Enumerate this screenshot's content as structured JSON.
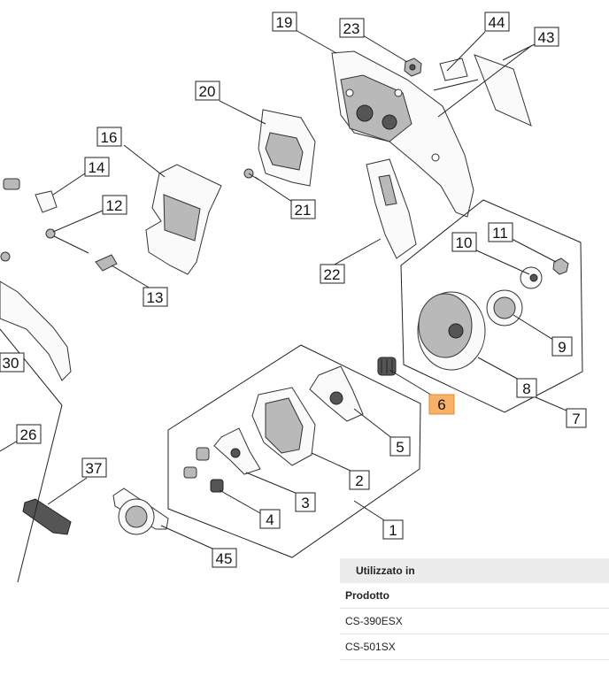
{
  "diagram": {
    "callouts": [
      {
        "id": "19",
        "text": "19"
      },
      {
        "id": "23",
        "text": "23"
      },
      {
        "id": "44",
        "text": "44"
      },
      {
        "id": "43",
        "text": "43"
      },
      {
        "id": "20",
        "text": "20"
      },
      {
        "id": "16",
        "text": "16"
      },
      {
        "id": "14",
        "text": "14"
      },
      {
        "id": "12",
        "text": "12"
      },
      {
        "id": "21",
        "text": "21"
      },
      {
        "id": "13",
        "text": "13"
      },
      {
        "id": "22",
        "text": "22"
      },
      {
        "id": "10",
        "text": "10"
      },
      {
        "id": "11",
        "text": "11"
      },
      {
        "id": "9",
        "text": "9"
      },
      {
        "id": "30",
        "text": "30"
      },
      {
        "id": "6",
        "text": "6",
        "highlighted": true
      },
      {
        "id": "8",
        "text": "8"
      },
      {
        "id": "7",
        "text": "7"
      },
      {
        "id": "26",
        "text": "26"
      },
      {
        "id": "5",
        "text": "5"
      },
      {
        "id": "37",
        "text": "37"
      },
      {
        "id": "2",
        "text": "2"
      },
      {
        "id": "3",
        "text": "3"
      },
      {
        "id": "4",
        "text": "4"
      },
      {
        "id": "1",
        "text": "1"
      },
      {
        "id": "45",
        "text": "45"
      }
    ],
    "highlight_color": "#f7b267"
  },
  "usage": {
    "header": "Utilizzato in",
    "column_label": "Prodotto",
    "products": [
      "CS-390ESX",
      "CS-501SX"
    ]
  }
}
